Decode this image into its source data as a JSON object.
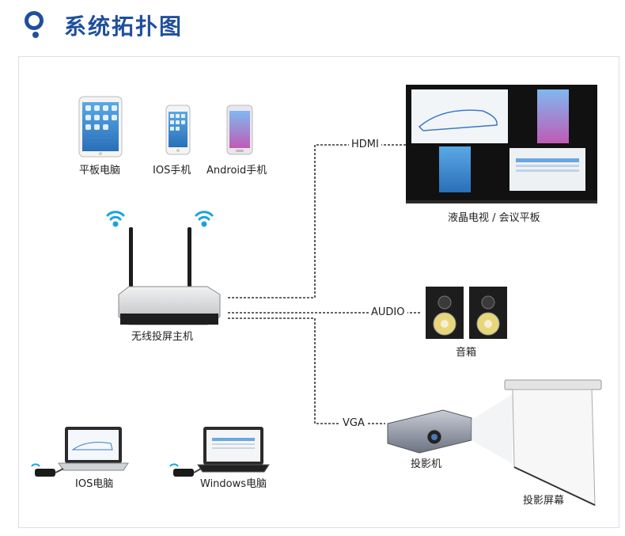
{
  "title": "系统拓扑图",
  "labels": {
    "tablet": "平板电脑",
    "ios_phone": "IOS手机",
    "android_phone": "Android手机",
    "host": "无线投屏主机",
    "tv": "液晶电视 / 会议平板",
    "speaker": "音箱",
    "projector": "投影机",
    "screen": "投影屏幕",
    "ios_pc": "IOS电脑",
    "windows_pc": "Windows电脑"
  },
  "connections": {
    "hdmi": "HDMI",
    "audio": "AUDIO",
    "vga": "VGA"
  },
  "colors": {
    "accent": "#1f4f9d",
    "wifi": "#1aa3e0"
  }
}
